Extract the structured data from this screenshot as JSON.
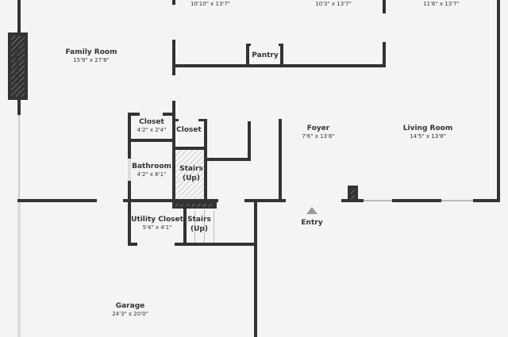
{
  "rooms": [
    {
      "name": "",
      "dims": "10'10\" x 13'7\""
    },
    {
      "name": "",
      "dims": "10'3\" x 13'7\""
    },
    {
      "name": "",
      "dims": "11'6\" x 13'7\""
    },
    {
      "name": "Family Room",
      "dims": "15'9\" x 27'8\""
    },
    {
      "name": "Pantry",
      "dims": ""
    },
    {
      "name": "Closet",
      "dims": "4'2\" x 2'4\""
    },
    {
      "name": "Closet",
      "dims": ""
    },
    {
      "name": "Foyer",
      "dims": "7'6\" x 13'8\""
    },
    {
      "name": "Living Room",
      "dims": "14'5\" x 13'8\""
    },
    {
      "name": "Bathroom",
      "dims": "4'2\" x 6'1\""
    },
    {
      "name": "Stairs",
      "dims": "(Up)"
    },
    {
      "name": "Utility Closet",
      "dims": "5'4\" x 4'1\""
    },
    {
      "name": "Stairs",
      "dims": "(Up)"
    },
    {
      "name": "Garage",
      "dims": "24'3\" x 20'0\""
    }
  ],
  "fireplace_label": "Fireplace",
  "entry_label": "Entry",
  "colors": {
    "wall": "#333333",
    "floor": "#f4f4f4",
    "window": "#dddddd",
    "entry_arrow": "#999999"
  }
}
